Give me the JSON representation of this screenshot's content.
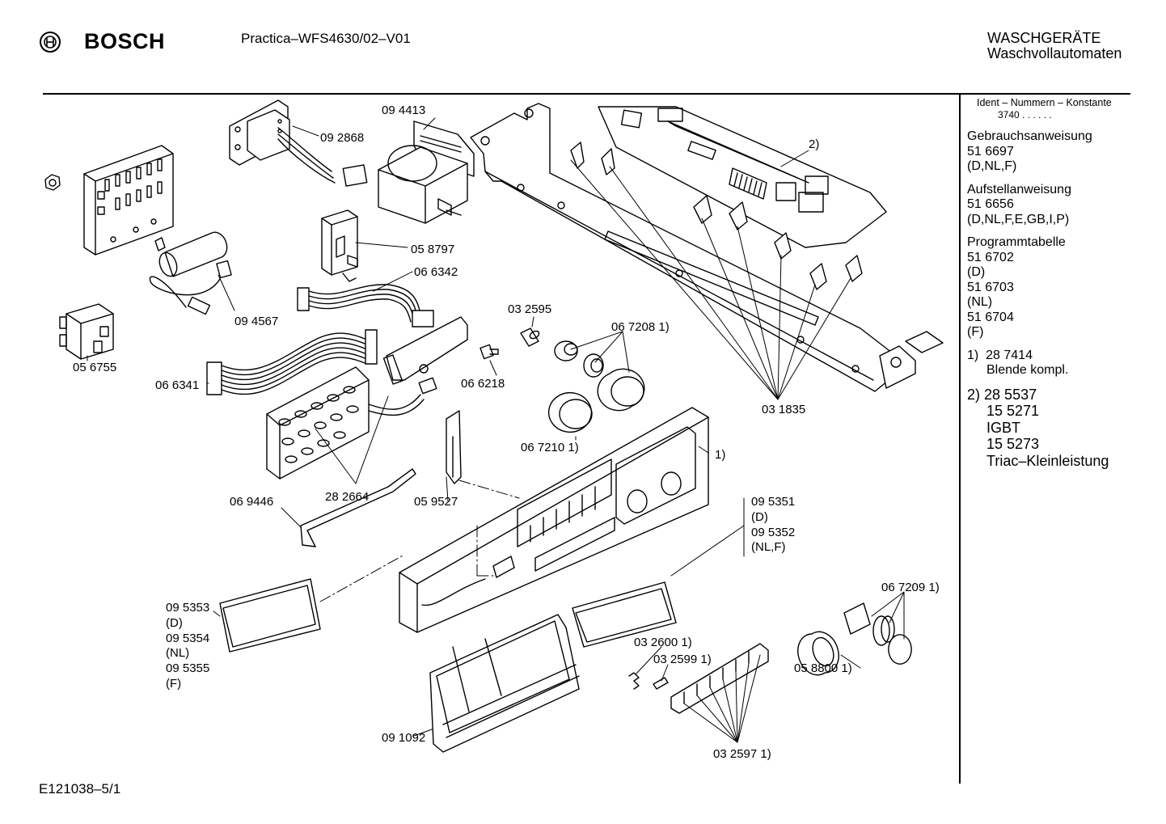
{
  "header": {
    "brand": "BOSCH",
    "title": "Practica–WFS4630/02–V01",
    "category": "WASCHGERÄTE",
    "subcategory": "Waschvollautomaten"
  },
  "footer": {
    "code": "E121038–5/1"
  },
  "sidebar": {
    "ident_title": "Ident – Nummern – Konstante",
    "ident_value": "3740 . . . . . .",
    "sections": [
      {
        "title": "Gebrauchsanweisung",
        "lines": [
          "51 6697",
          "(D,NL,F)"
        ]
      },
      {
        "title": "Aufstellanweisung",
        "lines": [
          "51 6656",
          "(D,NL,F,E,GB,I,P)"
        ]
      },
      {
        "title": "Programmtabelle",
        "lines": [
          "51 6702",
          "(D)",
          "51 6703",
          "(NL)",
          "51 6704",
          "(F)"
        ]
      }
    ],
    "note1": {
      "marker": "1)",
      "number": "28 7414",
      "text": "Blende kompl."
    },
    "note2": {
      "marker": "2)",
      "number": "28 5537",
      "lines": [
        "15 5271",
        "IGBT",
        "15 5273",
        "Triac–Kleinleistung"
      ]
    }
  },
  "callouts": {
    "c094413": "09 4413",
    "c092868": "09 2868",
    "c058797": "05 8797",
    "c066342": "06 6342",
    "c094567": "09 4567",
    "c056755": "05 6755",
    "c066341": "06 6341",
    "c032595": "03 2595",
    "c067208": "06 7208 1)",
    "c066218": "06 6218",
    "c067210": "06 7210 1)",
    "c282664": "28 2664",
    "c069446": "06 9446",
    "c059527": "05 9527",
    "c031835": "03 1835",
    "c_two": "2)",
    "c_one": "1)",
    "c095351": "09 5351",
    "c095351_r": "(D)",
    "c095352": "09 5352",
    "c095352_r": "(NL,F)",
    "c095353": "09 5353",
    "c095353_r": "(D)",
    "c095354": "09 5354",
    "c095354_r": "(NL)",
    "c095355": "09 5355",
    "c095355_r": "(F)",
    "c067209": "06 7209 1)",
    "c032600": "03 2600 1)",
    "c032599": "03 2599 1)",
    "c058800": "05 8800 1)",
    "c091092": "09 1092",
    "c032597": "03 2597 1)"
  }
}
